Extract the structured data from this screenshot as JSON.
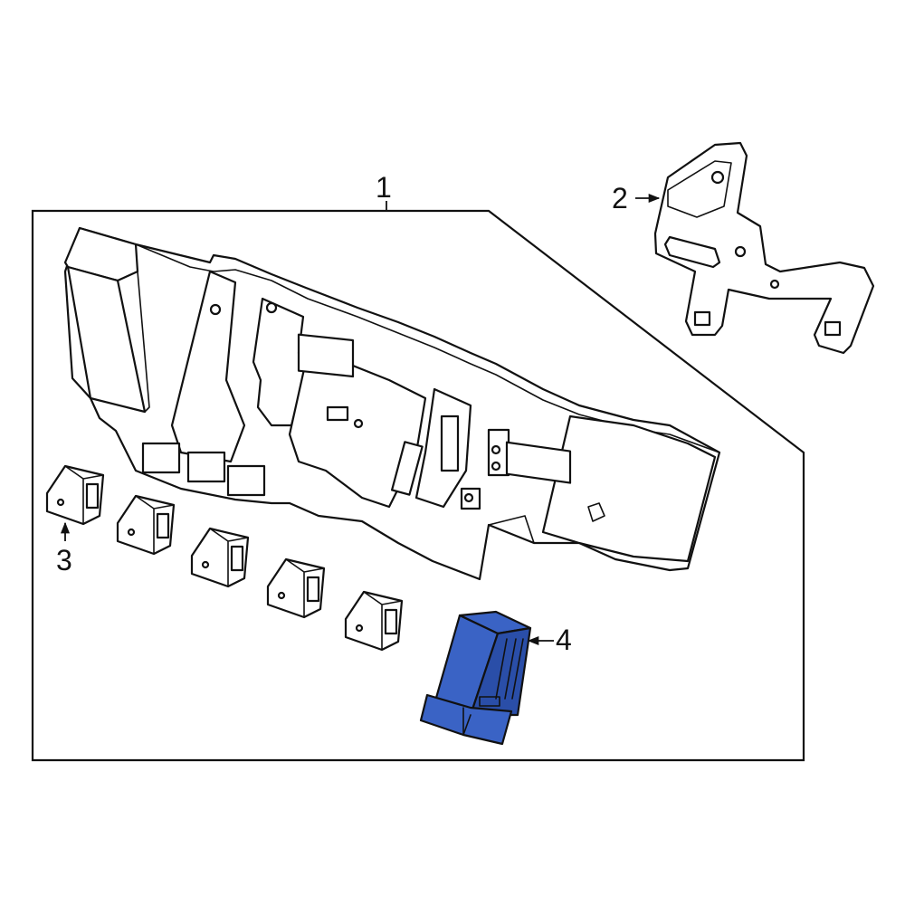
{
  "colors": {
    "line": "#111111",
    "background": "#ffffff",
    "highlight_fill": "#3a63c5",
    "highlight_dark": "#2a4ea8"
  },
  "callouts": [
    {
      "id": "1",
      "label": "1"
    },
    {
      "id": "2",
      "label": "2"
    },
    {
      "id": "3",
      "label": "3"
    },
    {
      "id": "4",
      "label": "4"
    }
  ],
  "highlighted_part": "4"
}
